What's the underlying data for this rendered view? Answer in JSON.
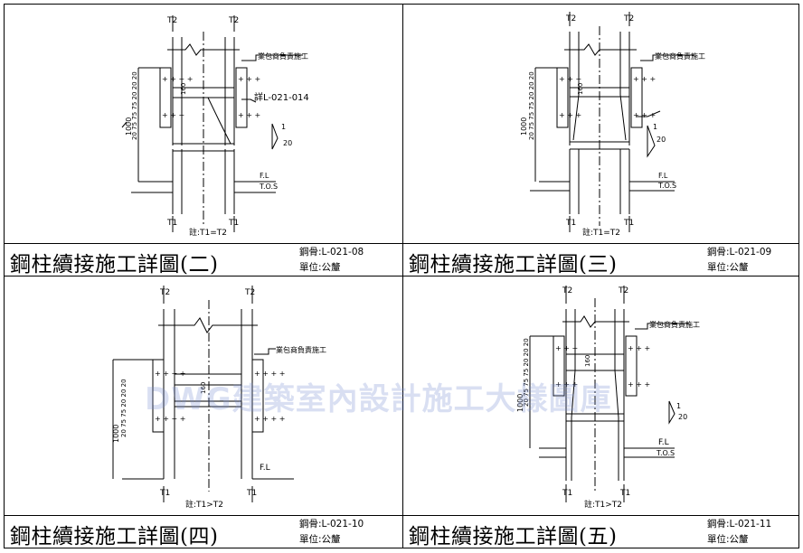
{
  "panels": [
    {
      "title": "鋼柱續接施工詳圖(二)",
      "drawing_no": "鋼骨:L-021-08",
      "unit": "單位:公釐",
      "note": "註:T1=T2",
      "callout": "業包商負責施工",
      "ref": "詳L-021-014",
      "t_top": "T2",
      "t_bottom": "T1",
      "dim_main": "1000",
      "dim_stack": "20 75 75 75 20 20 20",
      "dim_small": "160",
      "slope_top": "1",
      "slope_bottom": "20",
      "fl": "F.L",
      "tos": "T.O.S"
    },
    {
      "title": "鋼柱續接施工詳圖(三)",
      "drawing_no": "鋼骨:L-021-09",
      "unit": "單位:公釐",
      "note": "註:T1=T2",
      "callout": "業包商負責施工",
      "t_top": "T2",
      "t_bottom": "T1",
      "dim_main": "1000",
      "dim_stack": "20 75 75 75 20 20 20",
      "dim_small": "160",
      "slope_top": "1",
      "slope_bottom": "20",
      "fl": "F.L",
      "tos": "T.O.S"
    },
    {
      "title": "鋼柱續接施工詳圖(四)",
      "drawing_no": "鋼骨:L-021-10",
      "unit": "單位:公釐",
      "note": "註:T1>T2",
      "callout": "業包商負責施工",
      "t_top": "T2",
      "t_bottom": "T1",
      "dim_main": "1000",
      "dim_stack": "20 75 75 20 20 20",
      "dim_small": "160",
      "fl": "F.L"
    },
    {
      "title": "鋼柱續接施工詳圖(五)",
      "drawing_no": "鋼骨:L-021-11",
      "unit": "單位:公釐",
      "note": "註:T1>T2",
      "callout": "業包商負責施工",
      "t_top": "T2",
      "t_bottom": "T1",
      "dim_main": "1000",
      "dim_stack": "20 75 75 75 20 20 20",
      "dim_small": "160",
      "slope_top": "1",
      "slope_bottom": "20",
      "fl": "F.L",
      "tos": "T.O.S"
    }
  ],
  "watermark": "DWG建築室內設計施工大樣圖庫"
}
